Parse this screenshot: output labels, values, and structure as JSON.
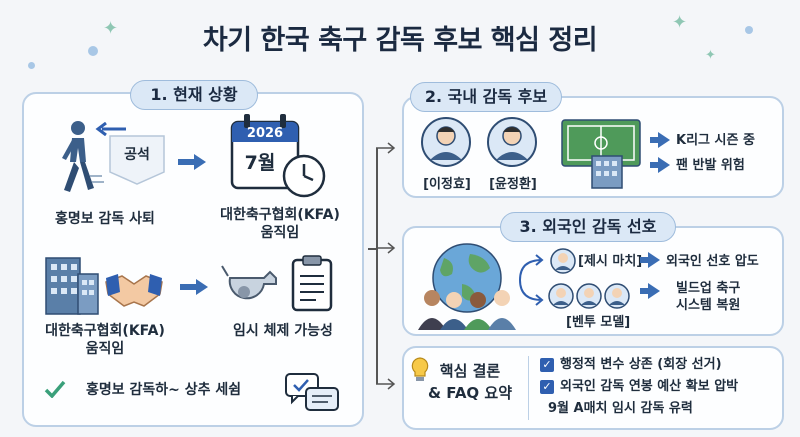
{
  "title": "차기 한국 축구 감독 후보 핵심 정리",
  "section1": {
    "heading": "1. 현재 상황",
    "badge": "공석",
    "calendar_year": "2026",
    "calendar_month": "7월",
    "resign_label": "홍명보 감독 사퇴",
    "kfa_move_label": "대한축구협회(KFA)\n움직임",
    "kfa_label2": "대한축구협회(KFA)\n움직임",
    "interim_label": "임시 체제 가능성",
    "footer_label": "홍명보 감독하~ 상추 세쉼"
  },
  "section2": {
    "heading": "2. 국내 감독 후보",
    "candidates": [
      "[이정효]",
      "[윤정환]"
    ],
    "notes": [
      "K리그 시즌 중",
      "팬 반발 위험"
    ]
  },
  "section3": {
    "heading": "3. 외국인 감독 선호",
    "candidates": [
      "[제시 마치]",
      "[벤투 모델]"
    ],
    "notes": [
      "외국인 선호 압도",
      "빌드업 축구\n시스템 복원"
    ]
  },
  "conclusion": {
    "heading": "핵심 결론\n& FAQ 요약",
    "items": [
      "행정적 변수 상존 (회장 선거)",
      "외국인 감독 연봉 예산 확보 압박",
      "9월 A매치 임시 감독 유력"
    ]
  },
  "colors": {
    "accent": "#3a6db4",
    "panel_border": "#bcd0e6",
    "pill_bg": "#dbe8f6"
  }
}
